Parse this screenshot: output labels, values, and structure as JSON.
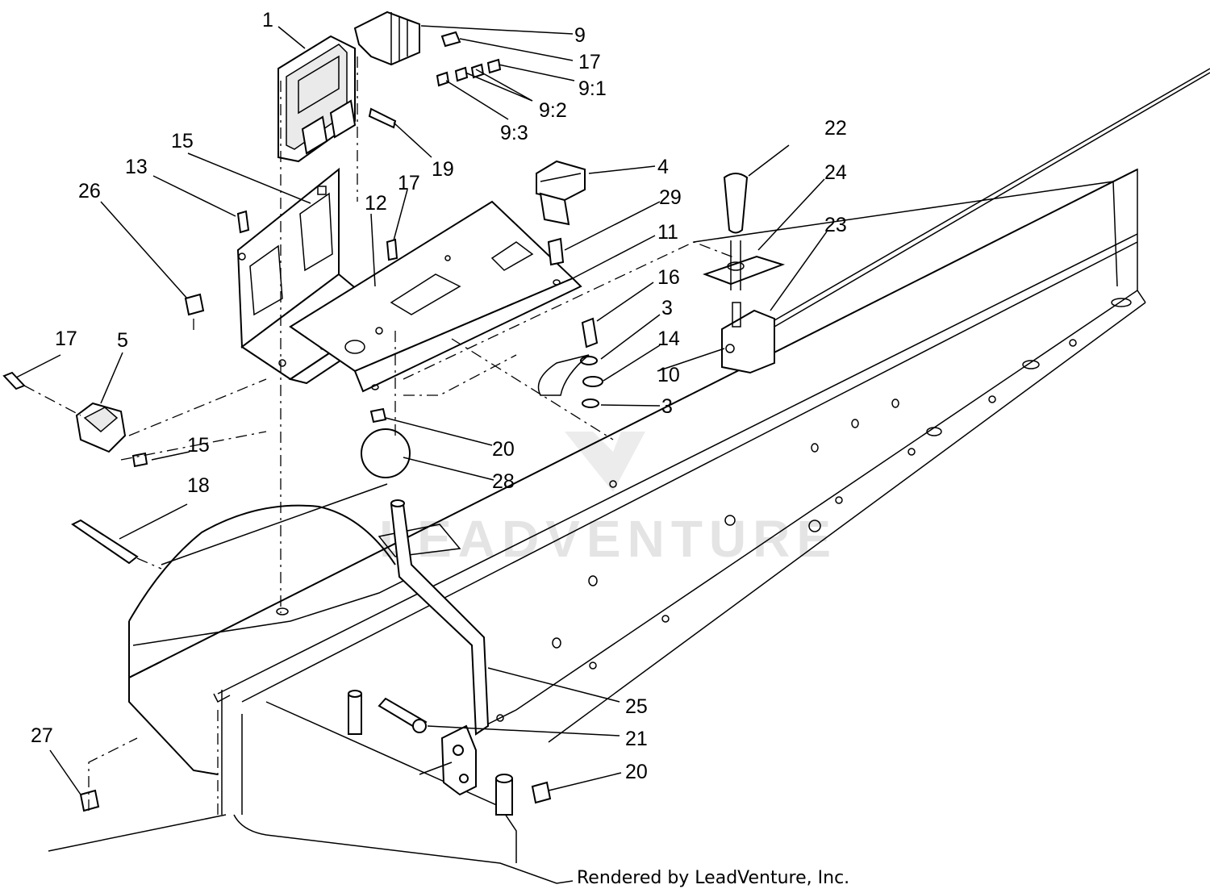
{
  "watermark": "LEADVENTURE",
  "credit": "Rendered by LeadVenture, Inc.",
  "callouts": [
    {
      "id": "1"
    },
    {
      "id": "9"
    },
    {
      "id": "17"
    },
    {
      "id": "9:1"
    },
    {
      "id": "9:2"
    },
    {
      "id": "9:3"
    },
    {
      "id": "19"
    },
    {
      "id": "15"
    },
    {
      "id": "13"
    },
    {
      "id": "26"
    },
    {
      "id": "12"
    },
    {
      "id": "4"
    },
    {
      "id": "29"
    },
    {
      "id": "11"
    },
    {
      "id": "22"
    },
    {
      "id": "24"
    },
    {
      "id": "23"
    },
    {
      "id": "16"
    },
    {
      "id": "3"
    },
    {
      "id": "14"
    },
    {
      "id": "10"
    },
    {
      "id": "5"
    },
    {
      "id": "20"
    },
    {
      "id": "28"
    },
    {
      "id": "18"
    },
    {
      "id": "25"
    },
    {
      "id": "21"
    },
    {
      "id": "27"
    }
  ]
}
